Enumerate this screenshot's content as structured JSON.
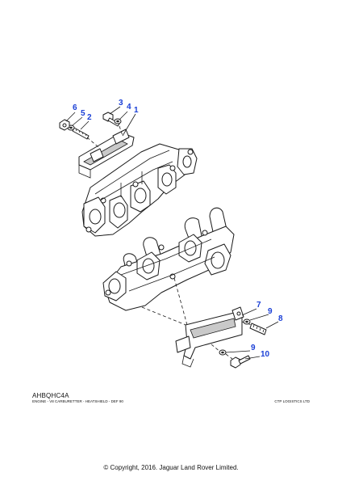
{
  "reference_code": "AHBQHC4A",
  "caption": "ENGINE - V8 CARBURETTER - HEATSHIELD - DEF 90",
  "publisher": "CTP LOGISTICS LTD",
  "copyright": "© Copyright, 2016. Jaguar Land Rover Limited.",
  "callouts": {
    "c1": "1",
    "c2": "2",
    "c3": "3",
    "c4": "4",
    "c5": "5",
    "c6": "6",
    "c7": "7",
    "c8": "8",
    "c9a": "9",
    "c9b": "9",
    "c10": "10"
  },
  "colors": {
    "callout": "#1a3fd6",
    "linework": "#1a1a1a"
  }
}
